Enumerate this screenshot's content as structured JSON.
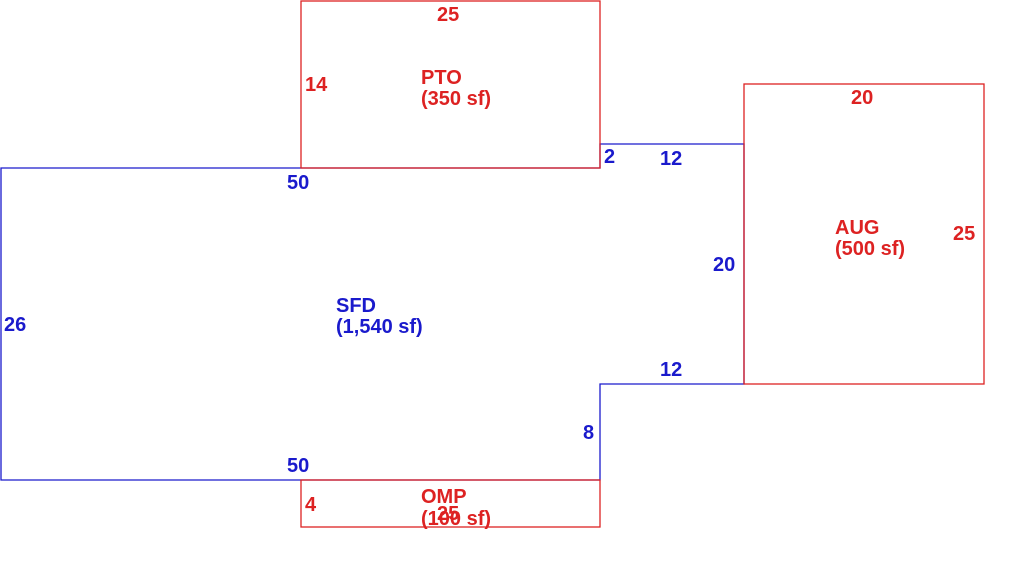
{
  "colors": {
    "main": "#1a1acc",
    "addition": "#dd2222",
    "background": "#ffffff"
  },
  "sketch": {
    "sfd": {
      "name": "SFD",
      "area": "(1,540 sf)",
      "dims": {
        "top": "50",
        "left": "26",
        "bottom": "50",
        "right_upper": "2",
        "notch_top": "12",
        "notch_side": "20",
        "notch_bottom": "12",
        "right_lower": "8"
      }
    },
    "pto": {
      "name": "PTO",
      "area": "(350 sf)",
      "dims": {
        "top": "25",
        "left": "14"
      }
    },
    "aug": {
      "name": "AUG",
      "area": "(500 sf)",
      "dims": {
        "top": "20",
        "right": "25"
      }
    },
    "omp": {
      "name": "OMP",
      "area": "(100 sf)",
      "dims": {
        "width": "25",
        "left": "4"
      }
    }
  }
}
